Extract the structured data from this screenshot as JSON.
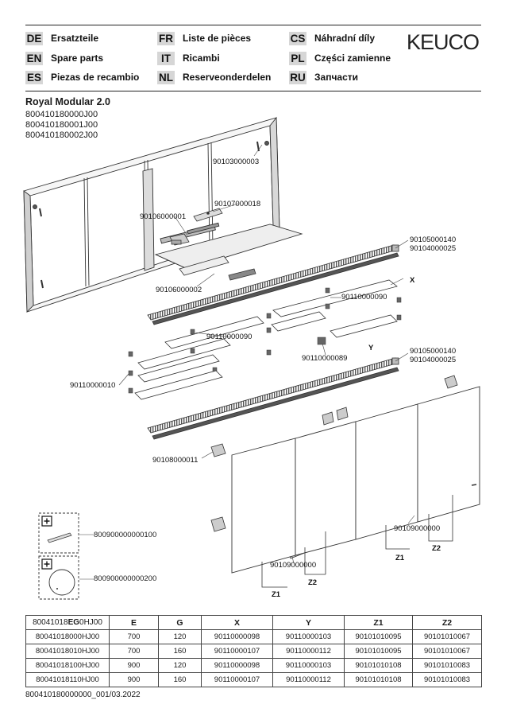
{
  "brand": "KEUCO",
  "languages": [
    {
      "code": "DE",
      "label": "Ersatzteile"
    },
    {
      "code": "FR",
      "label": "Liste de pièces"
    },
    {
      "code": "CS",
      "label": "Náhradní díly"
    },
    {
      "code": "EN",
      "label": "Spare parts"
    },
    {
      "code": "IT",
      "label": "Ricambi"
    },
    {
      "code": "PL",
      "label": "Części zamienne"
    },
    {
      "code": "ES",
      "label": "Piezas de recambio"
    },
    {
      "code": "NL",
      "label": "Reserveonderdelen"
    },
    {
      "code": "RU",
      "label": "Запчасти"
    }
  ],
  "product": {
    "name": "Royal Modular 2.0",
    "articles": [
      "800410180000J00",
      "800410180001J00",
      "800410180002J00"
    ]
  },
  "callouts": {
    "c1": "90103000003",
    "c2": "90107000018",
    "c3": "90106000001",
    "c4": "90106000002",
    "c5a": "90105000140",
    "c5b": "90104000025",
    "x": "X",
    "c6": "90110000090",
    "c7": "90110000090",
    "y": "Y",
    "c8": "90110000089",
    "c9a": "90105000140",
    "c9b": "90104000025",
    "c10": "90110000010",
    "c11": "90108000011",
    "c12": "90109000000",
    "c13": "90109000000",
    "z1a": "Z1",
    "z2a": "Z2",
    "z1b": "Z1",
    "z2b": "Z2"
  },
  "accessories": [
    {
      "code": "800900000000100"
    },
    {
      "code": "800900000000200"
    }
  ],
  "table": {
    "header_prefix": "80041018",
    "header_bold": "EG",
    "header_suffix": "0HJ00",
    "columns": [
      "E",
      "G",
      "X",
      "Y",
      "Z1",
      "Z2"
    ],
    "rows": [
      [
        "80041018000HJ00",
        "700",
        "120",
        "90110000098",
        "90110000103",
        "90101010095",
        "90101010067"
      ],
      [
        "80041018010HJ00",
        "700",
        "160",
        "90110000107",
        "90110000112",
        "90101010095",
        "90101010067"
      ],
      [
        "80041018100HJ00",
        "900",
        "120",
        "90110000098",
        "90110000103",
        "90101010108",
        "90101010083"
      ],
      [
        "80041018110HJ00",
        "900",
        "160",
        "90110000107",
        "90110000112",
        "90101010108",
        "90101010083"
      ]
    ]
  },
  "footer": "800410180000000_001/03.2022"
}
